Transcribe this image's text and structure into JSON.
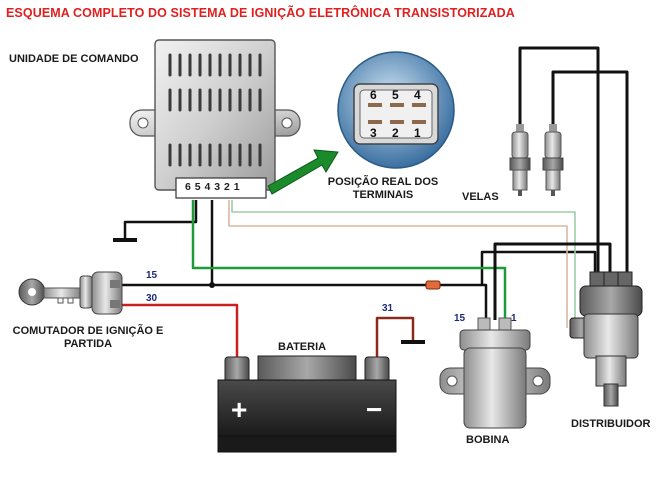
{
  "title": "ESQUEMA COMPLETO DO SISTEMA DE IGNIÇÃO ELETRÔNICA TRANSISTORIZADA",
  "colors": {
    "title": "#e02020",
    "wire_black": "#111111",
    "wire_green": "#1f9a3a",
    "wire_red": "#c82020",
    "wire_brown": "#8b2a1a",
    "wire_beige": "#d8b8a0",
    "arrow_green": "#1a8a2a",
    "connector_blue": "#3a6fa0"
  },
  "labels": {
    "control_unit": "UNIDADE DE COMANDO",
    "terminals_real": "POSIÇÃO REAL DOS TERMINAIS",
    "spark_plugs": "VELAS",
    "ignition_switch": "COMUTADOR DE IGNIÇÃO E PARTIDA",
    "battery": "BATERIA",
    "coil": "BOBINA",
    "distributor": "DISTRIBUIDOR"
  },
  "terminal_strip": "6 5 4 3 2 1",
  "connector_pins": {
    "top": [
      "6",
      "5",
      "4"
    ],
    "bottom": [
      "3",
      "2",
      "1"
    ]
  },
  "wire_numbers": {
    "switch_15": "15",
    "switch_30": "30",
    "battery_31": "31",
    "coil_15": "15",
    "coil_1": "1"
  },
  "battery_signs": {
    "positive": "+",
    "negative": "−"
  }
}
